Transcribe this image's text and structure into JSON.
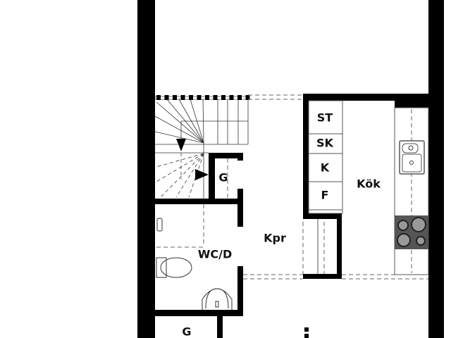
{
  "plan": {
    "rooms": {
      "kitchen": "Kök",
      "hall": "Kpr",
      "wc": "WC/D",
      "closet_stairs": "G",
      "closet_lower": "G"
    },
    "cabinets": [
      "ST",
      "SK",
      "K",
      "F"
    ],
    "colors": {
      "wall": "#000000",
      "stove": "#555555",
      "background": "#ffffff"
    }
  }
}
